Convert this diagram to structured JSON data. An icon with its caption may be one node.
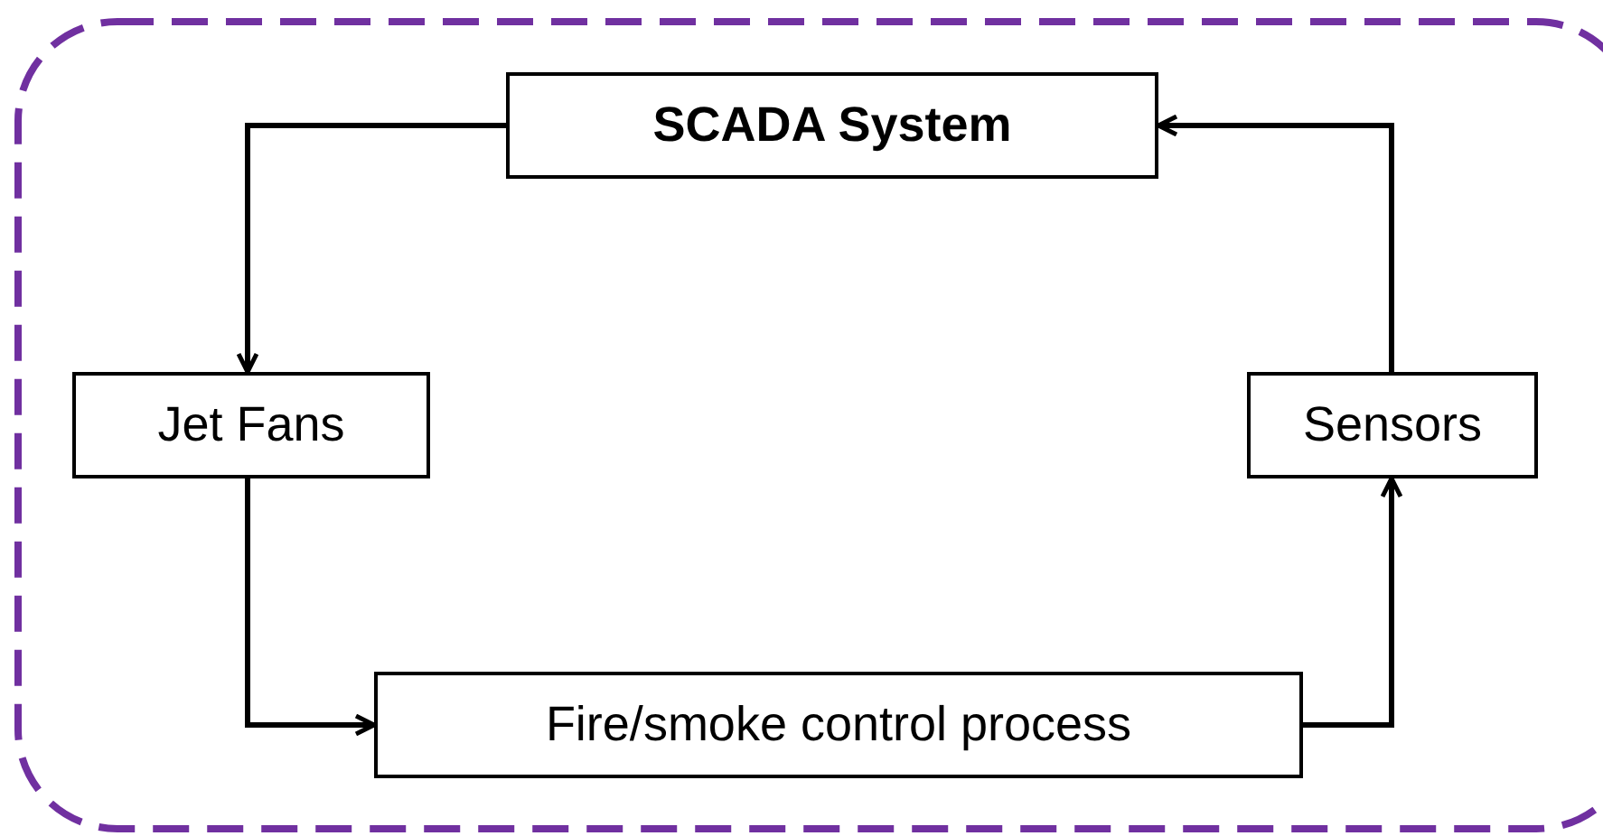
{
  "diagram": {
    "nodes": [
      {
        "text": [
          "SCADA System"
        ]
      },
      {
        "text": [
          "Jet Fans"
        ]
      },
      {
        "text": [
          "Sensors"
        ]
      },
      {
        "text": [
          "Fire/smoke control process"
        ]
      }
    ],
    "edges": [
      {
        "from": 0,
        "to": 1,
        "arrow": "to"
      },
      {
        "from": 1,
        "to": 3,
        "arrow": "to"
      },
      {
        "from": 3,
        "to": 2,
        "arrow": "to"
      },
      {
        "from": 2,
        "to": 0,
        "arrow": "to"
      }
    ]
  }
}
